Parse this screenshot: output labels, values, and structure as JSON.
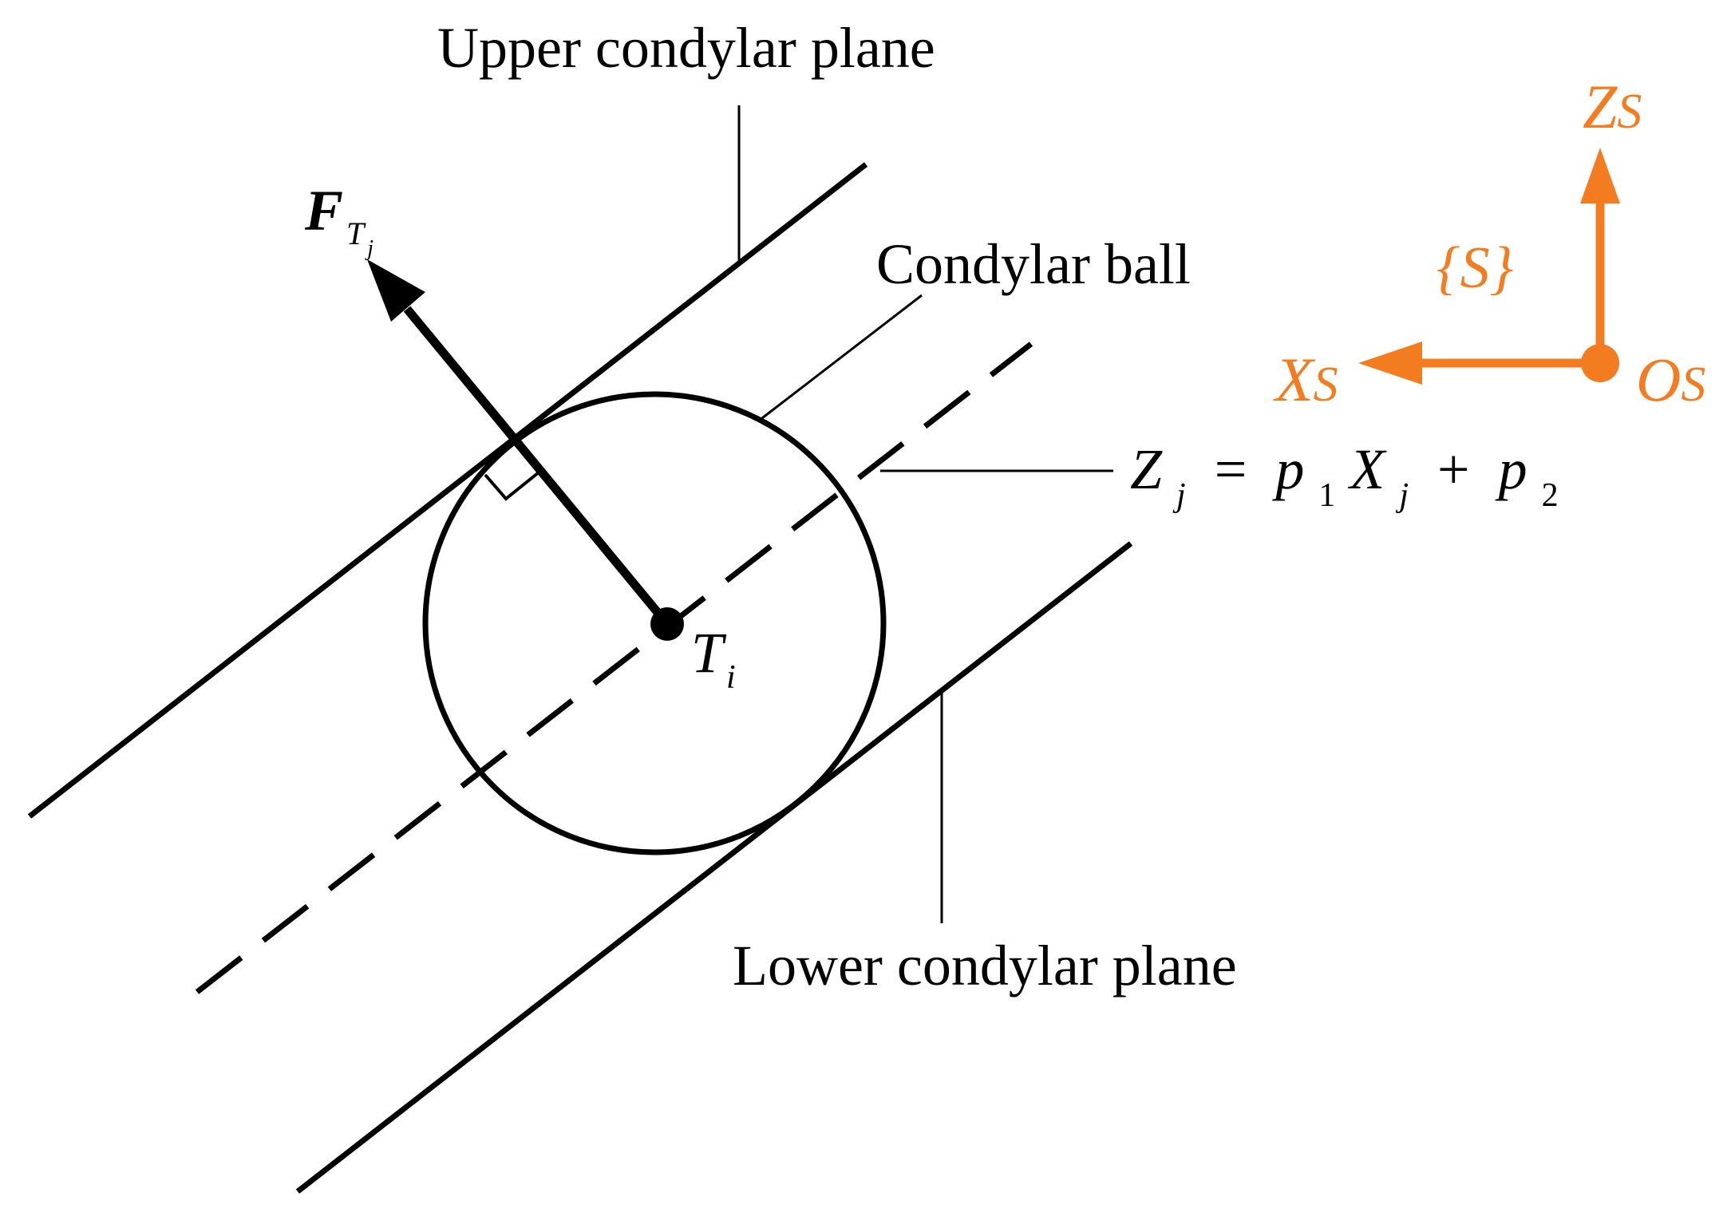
{
  "labels": {
    "upper_plane": "Upper condylar plane",
    "lower_plane": "Lower condylar plane",
    "ball": "Condylar ball",
    "force_main": "F",
    "force_sub": "T",
    "force_subsub": "j",
    "center_main": "T",
    "center_sub": "i",
    "eq": {
      "z": "Z",
      "z_sub": "j",
      "eq": "=",
      "p1": "p",
      "p1_sub": "1",
      "x": "X",
      "x_sub": "j",
      "plus": "+",
      "p2": "p",
      "p2_sub": "2"
    }
  },
  "frame": {
    "set_label": "{S}",
    "z_main": "Z",
    "z_sub": "S",
    "x_main": "X",
    "x_sub": "S",
    "o_main": "O",
    "o_sub": "S"
  },
  "colors": {
    "ink": "#000000",
    "frame": "#F47C20"
  },
  "icons": {
    "origin": "origin-dot-icon",
    "center": "center-dot-icon",
    "right_angle": "right-angle-marker-icon"
  }
}
